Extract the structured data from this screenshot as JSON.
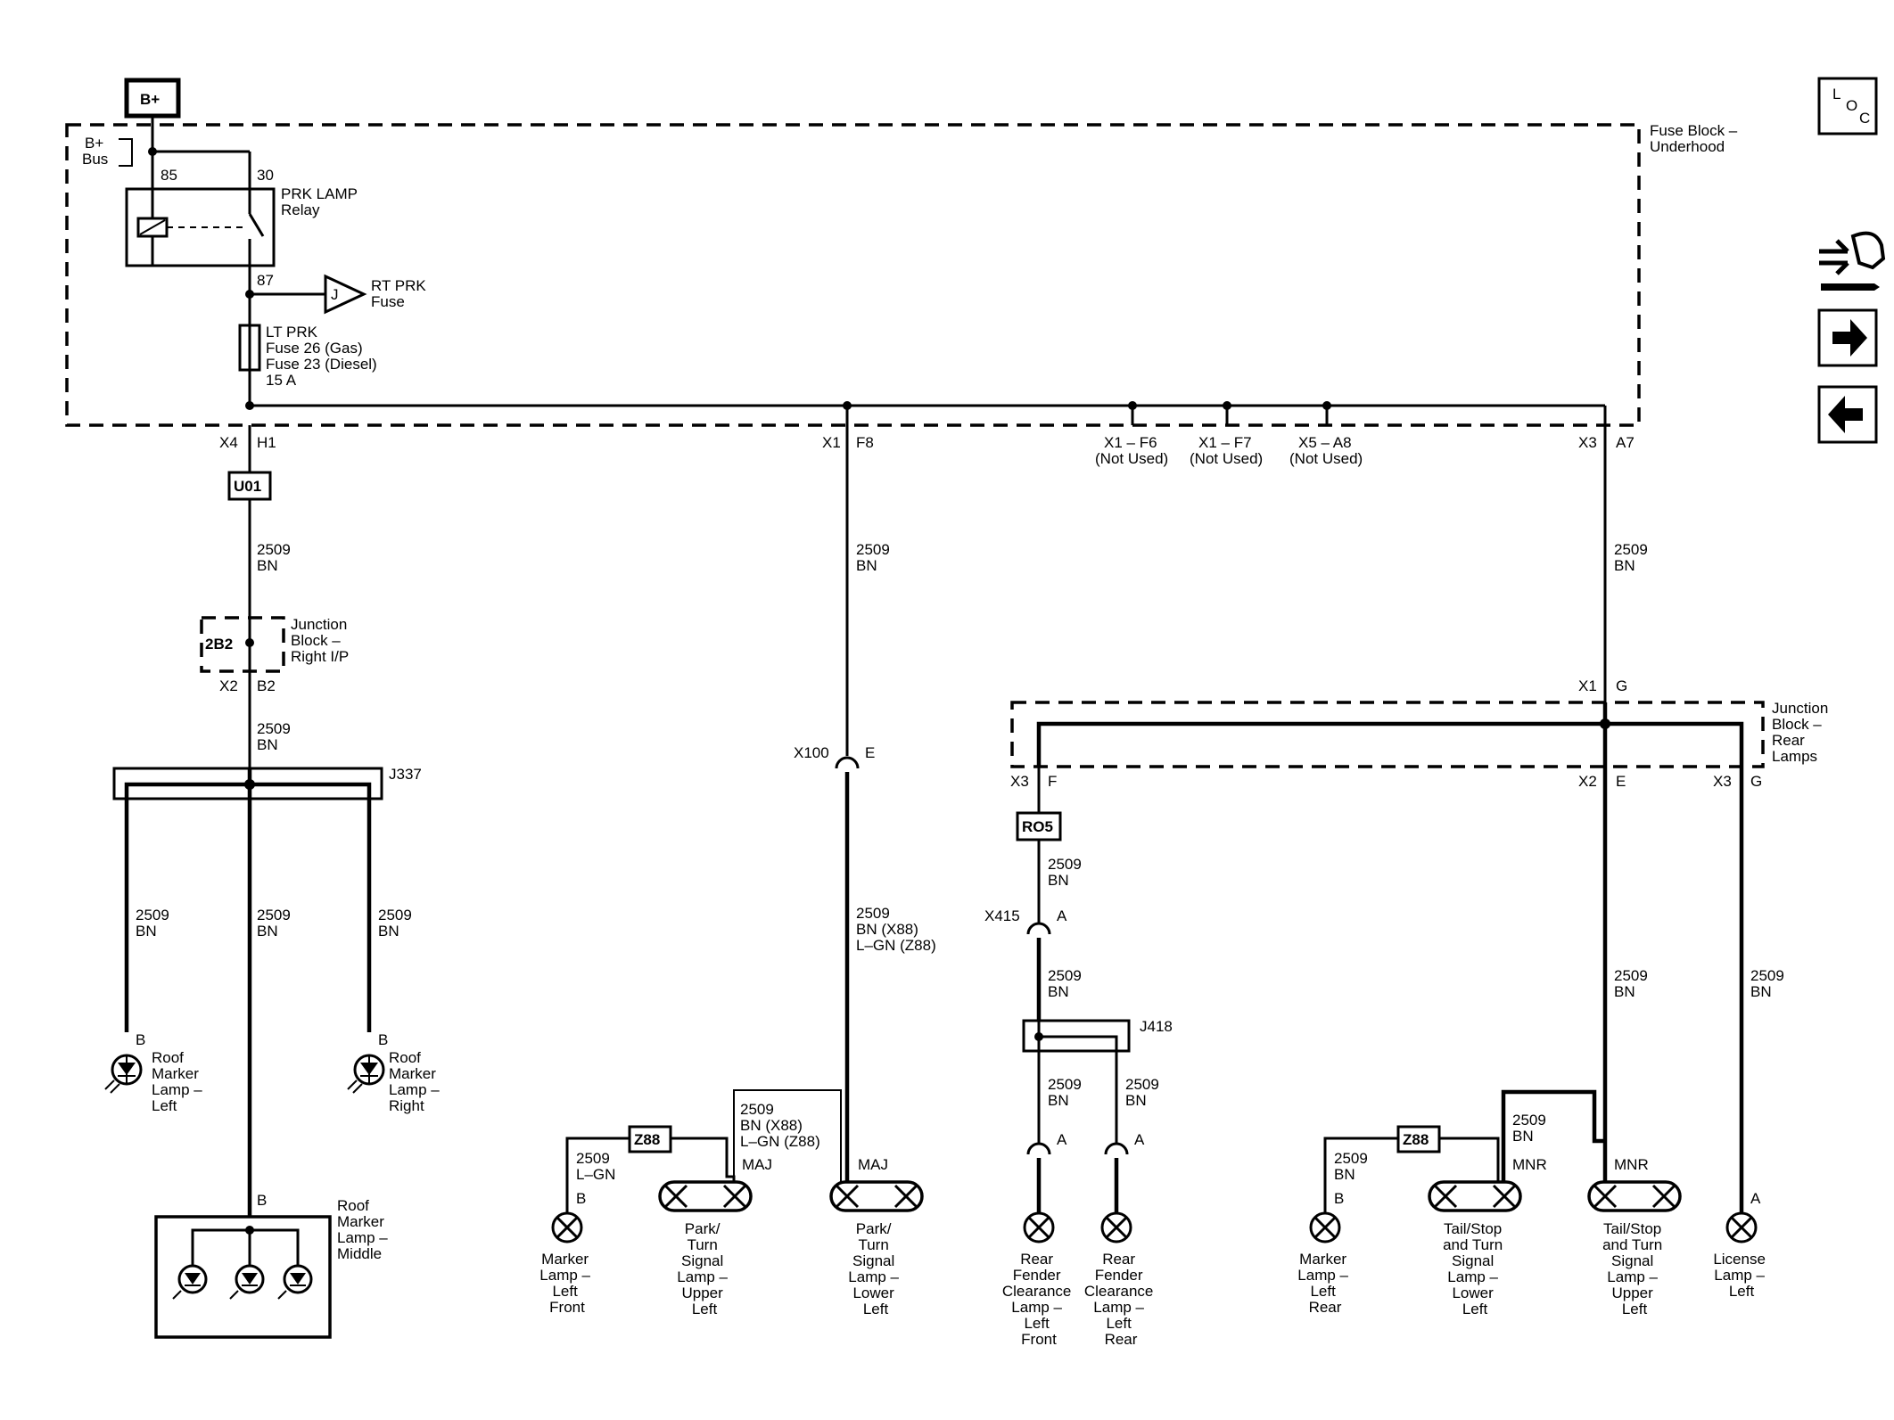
{
  "power": {
    "bplus": "B+",
    "bus_line1": "B+",
    "bus_line2": "Bus"
  },
  "fuse_block": {
    "line1": "Fuse Block –",
    "line2": "Underhood"
  },
  "relay": {
    "pin85": "85",
    "pin30": "30",
    "pin87": "87",
    "line1": "PRK LAMP",
    "line2": "Relay"
  },
  "rt_prk": {
    "letter": "J",
    "line1": "RT PRK",
    "line2": "Fuse"
  },
  "lt_prk": {
    "line1": "LT PRK",
    "line2": "Fuse 26 (Gas)",
    "line3": "Fuse 23 (Diesel)",
    "line4": "15 A"
  },
  "conn": {
    "x4": "X4",
    "h1": "H1",
    "x1a": "X1",
    "f8": "F8",
    "f6": "X1 – F6",
    "f7": "X1 – F7",
    "a8": "X5 – A8",
    "not_used": "(Not Used)",
    "x3a": "X3",
    "a7": "A7",
    "x2a": "X2",
    "b2": "B2",
    "x100": "X100",
    "e": "E",
    "x1g": "X1",
    "g": "G",
    "x3f": "X3",
    "f": "F",
    "x2e": "X2",
    "e2": "E",
    "x3g": "X3",
    "g2": "G",
    "x415": "X415",
    "a": "A",
    "b": "B",
    "maj": "MAJ",
    "mnr": "MNR"
  },
  "opt": {
    "u01": "U01",
    "z88": "Z88",
    "r05": "RO5"
  },
  "junction_ip": {
    "code": "2B2",
    "line1": "Junction",
    "line2": "Block –",
    "line3": "Right I/P"
  },
  "junction_rear": {
    "line1": "Junction",
    "line2": "Block –",
    "line3": "Rear",
    "line4": "Lamps"
  },
  "splice": {
    "j337": "J337",
    "j418": "J418"
  },
  "wire": {
    "c2509": "2509",
    "bn": "BN",
    "lgn": "L–GN",
    "bn_x88": "BN (X88)",
    "lgn_z88": "L–GN (Z88)"
  },
  "lamps": {
    "roof_left": [
      "Roof",
      "Marker",
      "Lamp –",
      "Left"
    ],
    "roof_right": [
      "Roof",
      "Marker",
      "Lamp –",
      "Right"
    ],
    "roof_middle": [
      "Roof",
      "Marker",
      "Lamp –",
      "Middle"
    ],
    "marker_lf": [
      "Marker",
      "Lamp –",
      "Left",
      "Front"
    ],
    "park_upper": [
      "Park/",
      "Turn",
      "Signal",
      "Lamp –",
      "Upper",
      "Left"
    ],
    "park_lower": [
      "Park/",
      "Turn",
      "Signal",
      "Lamp –",
      "Lower",
      "Left"
    ],
    "rear_fender_front": [
      "Rear",
      "Fender",
      "Clearance",
      "Lamp –",
      "Left",
      "Front"
    ],
    "rear_fender_rear": [
      "Rear",
      "Fender",
      "Clearance",
      "Lamp –",
      "Left",
      "Rear"
    ],
    "marker_lr": [
      "Marker",
      "Lamp –",
      "Left",
      "Rear"
    ],
    "tail_lower": [
      "Tail/Stop",
      "and Turn",
      "Signal",
      "Lamp –",
      "Lower",
      "Left"
    ],
    "tail_upper": [
      "Tail/Stop",
      "and Turn",
      "Signal",
      "Lamp –",
      "Upper",
      "Left"
    ],
    "license": [
      "License",
      "Lamp –",
      "Left"
    ]
  },
  "nav": {
    "loc_l": "L",
    "loc_o": "O",
    "loc_c": "C"
  }
}
